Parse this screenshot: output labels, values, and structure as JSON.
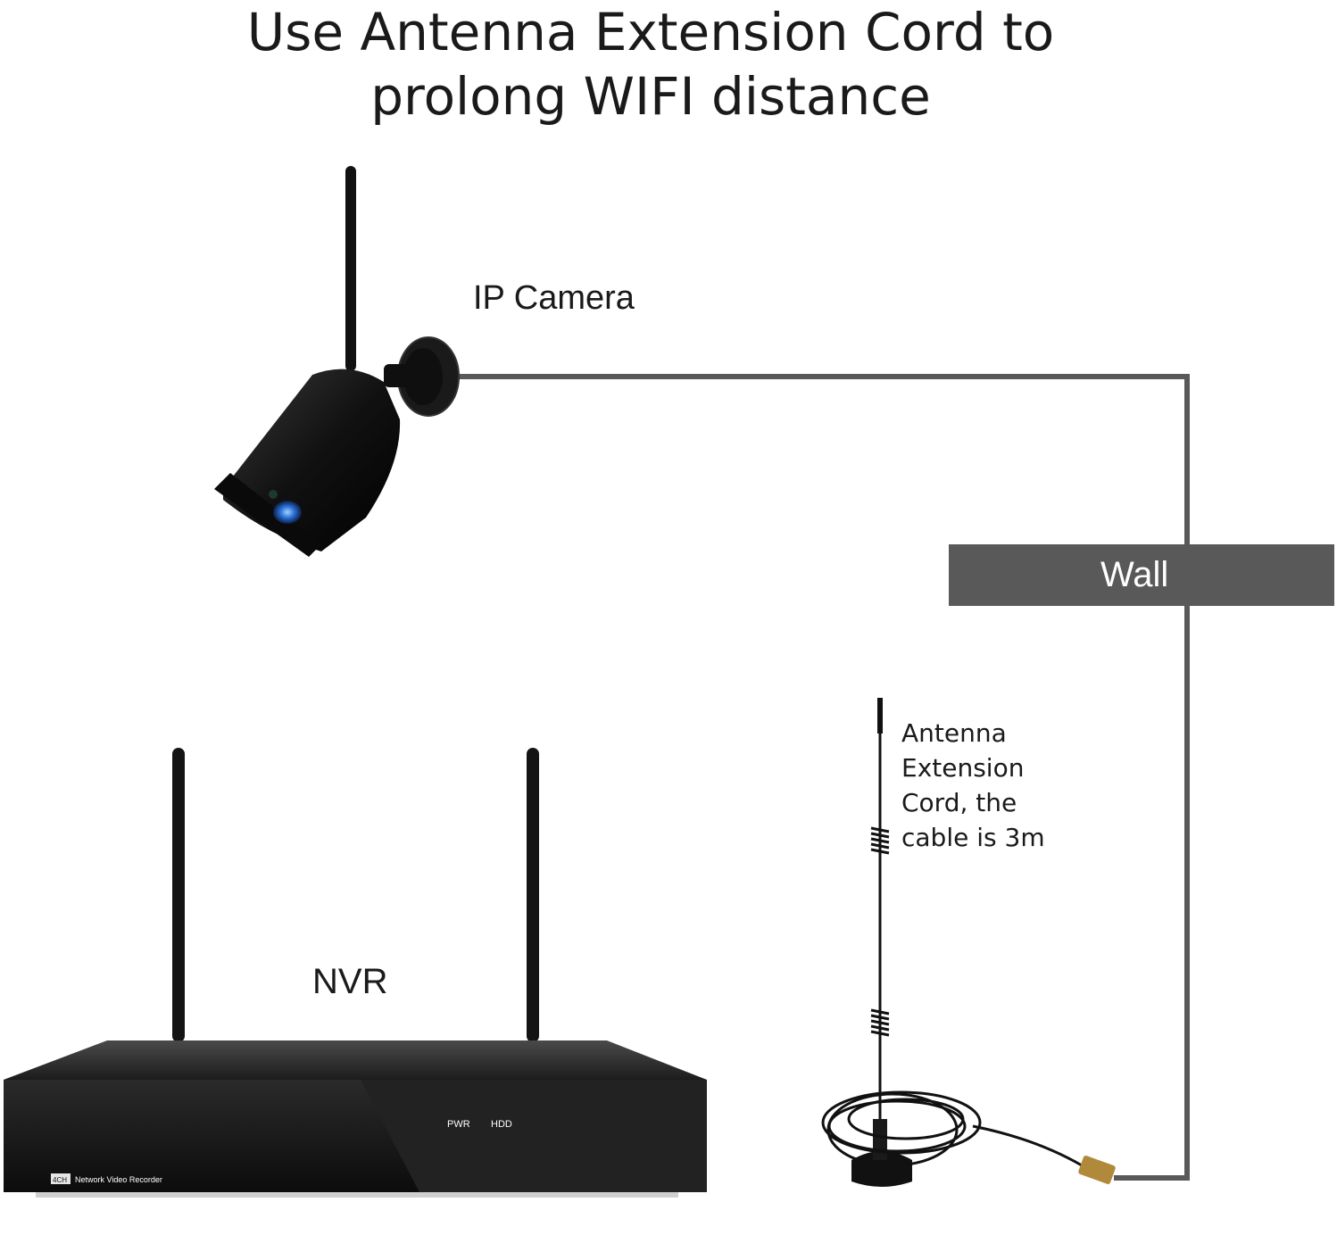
{
  "title": {
    "line1": "Use Antenna Extension Cord to",
    "line2": "prolong WIFI distance"
  },
  "labels": {
    "camera": "IP Camera",
    "wall": "Wall",
    "nvr": "NVR",
    "antenna_note": {
      "line1": "Antenna",
      "line2": "Extension",
      "line3": "Cord, the",
      "line4": "cable is 3m"
    }
  },
  "nvr_panel": {
    "pwr": "PWR",
    "hdd": "HDD",
    "channels": "4CH",
    "model": "Network Video Recorder"
  },
  "colors": {
    "cable": "#595959",
    "wall": "#595959",
    "device": "#111111",
    "text": "#1a1a1a"
  }
}
